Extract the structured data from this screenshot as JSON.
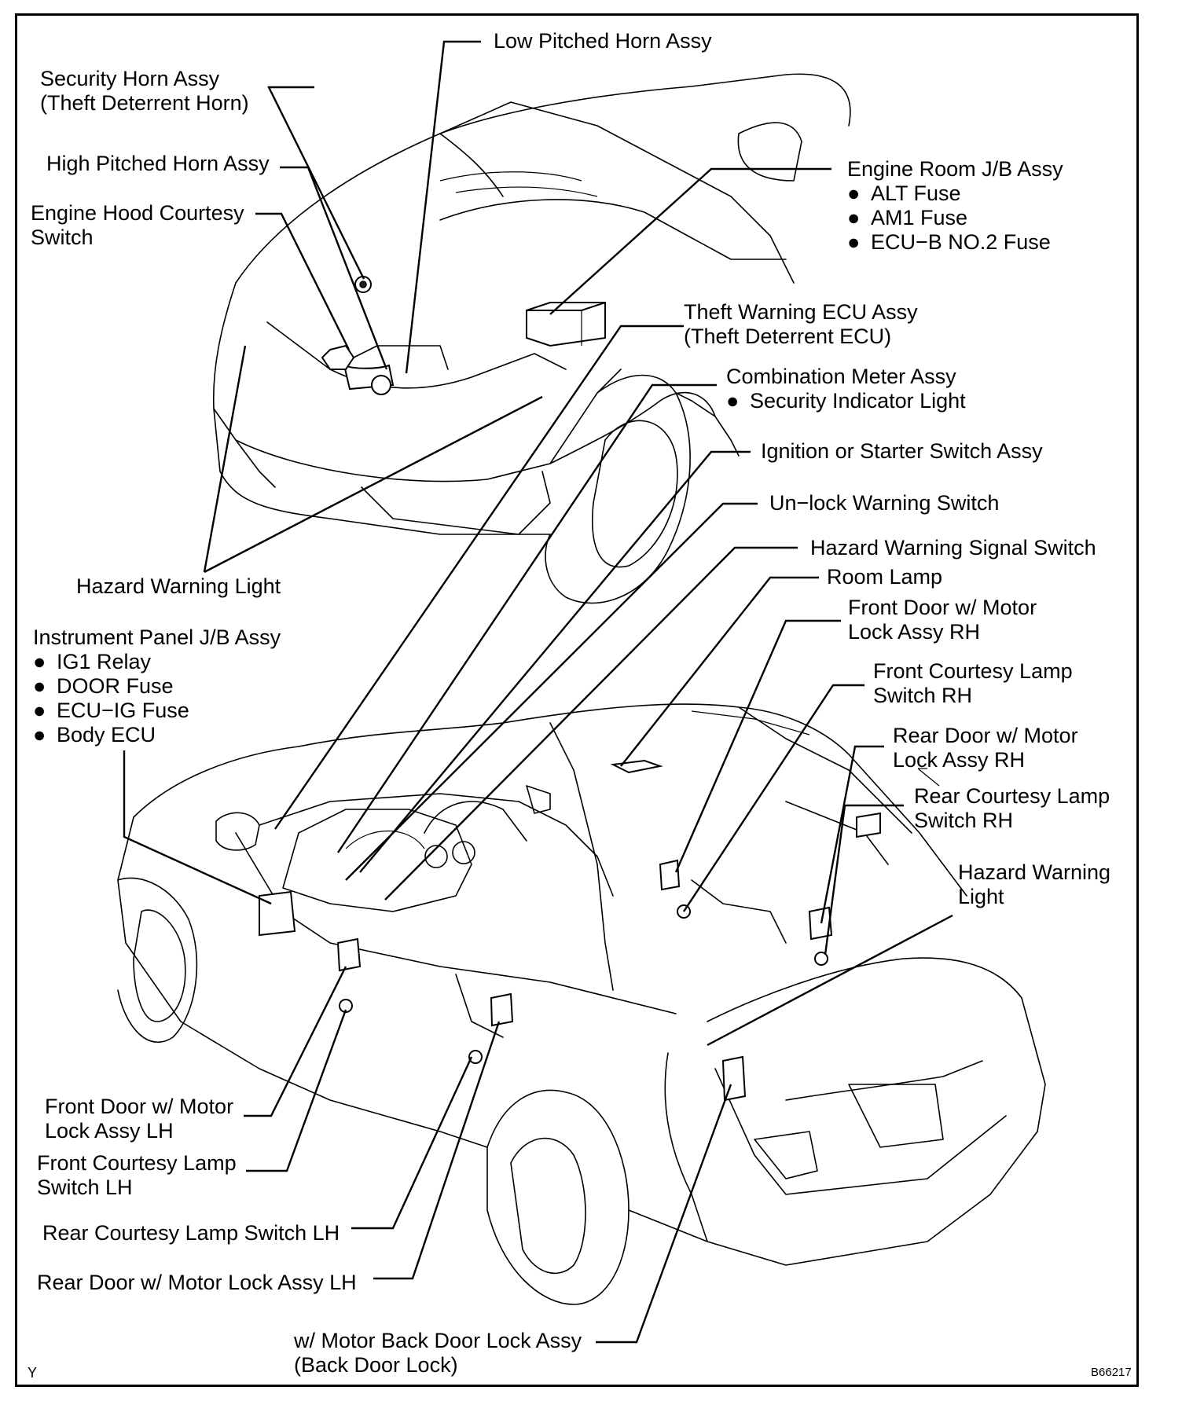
{
  "labels": {
    "low_pitched_horn": "Low Pitched Horn Assy",
    "security_horn": [
      "Security Horn Assy",
      "(Theft Deterrent Horn)"
    ],
    "high_pitched_horn": "High Pitched Horn Assy",
    "engine_hood_switch": [
      "Engine Hood Courtesy",
      "Switch"
    ],
    "engine_room_jb": {
      "title": "Engine Room J/B Assy",
      "items": [
        "ALT Fuse",
        "AM1 Fuse",
        "ECU−B NO.2 Fuse"
      ]
    },
    "theft_warning_ecu": [
      "Theft Warning ECU Assy",
      "(Theft Deterrent ECU)"
    ],
    "combination_meter": {
      "title": "Combination Meter Assy",
      "items": [
        "Security Indicator Light"
      ]
    },
    "ignition_switch": "Ignition or Starter Switch Assy",
    "unlock_warning_switch": "Un−lock Warning Switch",
    "hazard_signal_switch": "Hazard Warning Signal Switch",
    "room_lamp": "Room Lamp",
    "front_door_rh": [
      "Front Door w/ Motor",
      "Lock Assy RH"
    ],
    "front_courtesy_rh": [
      "Front Courtesy Lamp",
      "Switch RH"
    ],
    "rear_door_rh": [
      "Rear Door w/ Motor",
      "Lock Assy RH"
    ],
    "rear_courtesy_rh": [
      "Rear Courtesy Lamp",
      "Switch RH"
    ],
    "hazard_light_front": "Hazard Warning Light",
    "hazard_light_rear": [
      "Hazard Warning",
      "Light"
    ],
    "instrument_panel_jb": {
      "title": "Instrument Panel J/B Assy",
      "items": [
        "IG1 Relay",
        "DOOR Fuse",
        "ECU−IG Fuse",
        "Body ECU"
      ]
    },
    "front_door_lh": [
      "Front Door w/ Motor",
      "Lock Assy LH"
    ],
    "front_courtesy_lh": [
      "Front Courtesy Lamp",
      "Switch LH"
    ],
    "rear_courtesy_lh": "Rear Courtesy Lamp Switch LH",
    "rear_door_lh": "Rear Door w/ Motor Lock Assy LH",
    "back_door_lock": [
      "w/ Motor Back Door Lock Assy",
      "(Back Door Lock)"
    ]
  },
  "corner_marks": {
    "bottom_left": "Y",
    "bottom_right": "B66217"
  }
}
